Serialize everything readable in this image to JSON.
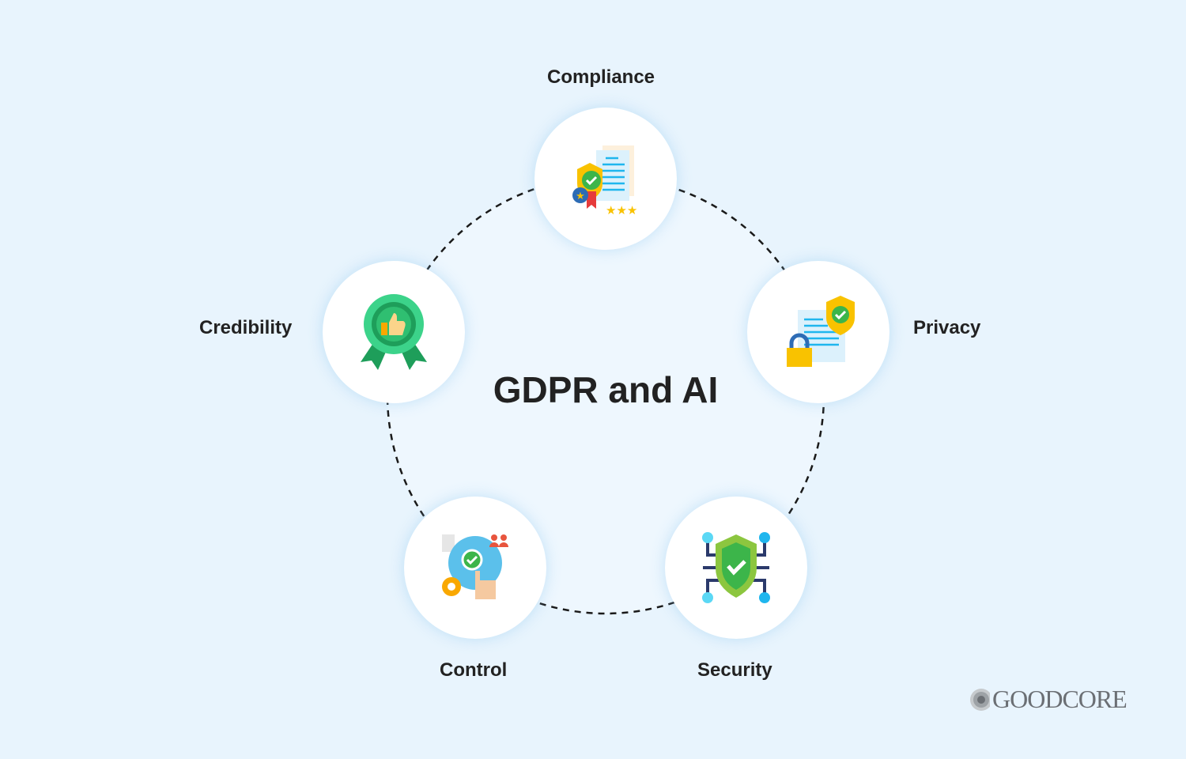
{
  "title": "GDPR and AI",
  "nodes": [
    {
      "label": "Compliance",
      "icon": "certificate-document-icon"
    },
    {
      "label": "Privacy",
      "icon": "locked-document-shield-icon"
    },
    {
      "label": "Security",
      "icon": "circuit-shield-icon"
    },
    {
      "label": "Control",
      "icon": "globe-hand-gear-icon"
    },
    {
      "label": "Credibility",
      "icon": "award-thumbs-up-icon"
    }
  ],
  "logo": "GOODCORE",
  "colors": {
    "background": "#e8f4fd",
    "text": "#222222",
    "green": "#3cb54a",
    "yellow": "#f9c200",
    "blue": "#2ec4f0"
  }
}
